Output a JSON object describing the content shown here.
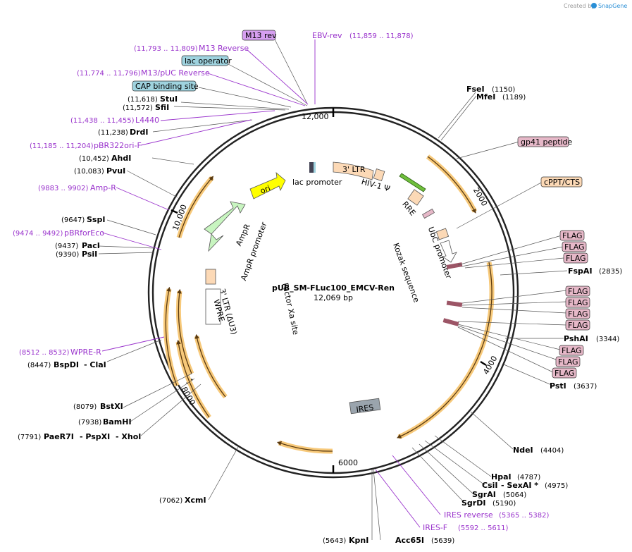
{
  "credit": {
    "created_by": "Created by",
    "brand": "SnapGene"
  },
  "plasmid": {
    "name": "pUB_SM-FLuc100_EMCV-Ren",
    "size": "12,069 bp"
  },
  "ticks": [
    "12,000",
    "2000",
    "4000",
    "6000",
    "8000",
    "10,000"
  ],
  "inner_features": {
    "ori": "ori",
    "lac_promoter": "lac promoter",
    "ltr3": "3' LTR",
    "hiv": "HIV-1 Ψ",
    "rre": "RRE",
    "ampr": "AmpR",
    "ampr_promoter": "AmpR promoter",
    "ltr3_du3": "3' LTR (ΔU3)",
    "wpre": "WPRE",
    "factor_xa": "Factor Xa site",
    "kozak": "Kozak sequence",
    "ubc": "UbC promoter",
    "ires": "IRES"
  },
  "left_labels": {
    "m13rev": "M13 rev",
    "m13reverse_coord": "(11,793 .. 11,809)",
    "m13reverse": "M13 Reverse",
    "lac_operator": "lac operator",
    "m13puc_coord": "(11,774 .. 11,796)",
    "m13puc": "M13/pUC Reverse",
    "cap": "CAP binding site",
    "stui_coord": "(11,618)",
    "stui": "StuI",
    "sfii_coord": "(11,572)",
    "sfii": "SfiI",
    "l4440_coord": "(11,438 .. 11,455)",
    "l4440": "L4440",
    "drdi_coord": "(11,238)",
    "drdi": "DrdI",
    "pbr322_coord": "(11,185 .. 11,204)",
    "pbr322": "pBR322ori-F",
    "ahdi_coord": "(10,452)",
    "ahdi": "AhdI",
    "pvui_coord": "(10,083)",
    "pvui": "PvuI",
    "ampr_coord": "(9883 .. 9902)",
    "ampr_r": "Amp-R",
    "sspi_coord": "(9647)",
    "sspi": "SspI",
    "pbrfor_coord": "(9474 .. 9492)",
    "pbrfor": "pBRforEco",
    "paci_coord": "(9437)",
    "paci": "PacI",
    "psii_coord": "(9390)",
    "psii": "PsiI",
    "wpre_coord": "(8512 .. 8532)",
    "wpre_r": "WPRE-R",
    "bspdi_coord": "(8447)",
    "bspdi": "BspDI",
    "clai": "-  ClaI",
    "bstxi_coord": "(8079)",
    "bstxi": "BstXI",
    "bamhi_coord": "(7938)",
    "bamhi": "BamHI",
    "paer7i_coord": "(7791)",
    "paer7i": "PaeR7I",
    "pspxi": "-  PspXI",
    "xhoi": "-  XhoI",
    "xcmi_coord": "(7062)",
    "xcmi": "XcmI"
  },
  "top_labels": {
    "ebv": "EBV-rev",
    "ebv_coord": "(11,859 .. 11,878)"
  },
  "right_labels": {
    "fsei": "FseI",
    "fsei_coord": "(1150)",
    "mfei": "MfeI",
    "mfei_coord": "(1189)",
    "gp41": "gp41 peptide",
    "cppt": "cPPT/CTS",
    "flag": "FLAG",
    "fspai": "FspAI",
    "fspai_coord": "(2835)",
    "pshai": "PshAI",
    "pshai_coord": "(3344)",
    "psti": "PstI",
    "psti_coord": "(3637)",
    "ndei": "NdeI",
    "ndei_coord": "(4404)",
    "hpai": "HpaI",
    "hpai_coord": "(4787)",
    "csii": "CsiI",
    "sexai": "-  SexAI *",
    "csii_coord": "(4975)",
    "sgrai": "SgrAI",
    "sgrai_coord": "(5064)",
    "sgrdi": "SgrDI",
    "sgrdi_coord": "(5190)",
    "iresrev": "IRES reverse",
    "iresrev_coord": "(5365 .. 5382)",
    "iresf": "IRES-F",
    "iresf_coord": "(5592 .. 5611)",
    "kpni_coord": "(5643)",
    "kpni": "KpnI",
    "acc65i": "Acc65I",
    "acc65i_coord": "(5639)"
  },
  "colors": {
    "backbone": "#222222",
    "orf": "#f7c97a",
    "orf_arrow": "#8a5a1e",
    "primer": "#9932cc",
    "feature_pink": "#e6b8c8",
    "feature_blue": "#9fd3df",
    "feature_peach": "#fcd9b6",
    "ori": "#ffff00",
    "ampr": "#c8f5c0",
    "ires": "#9aa4ad"
  }
}
